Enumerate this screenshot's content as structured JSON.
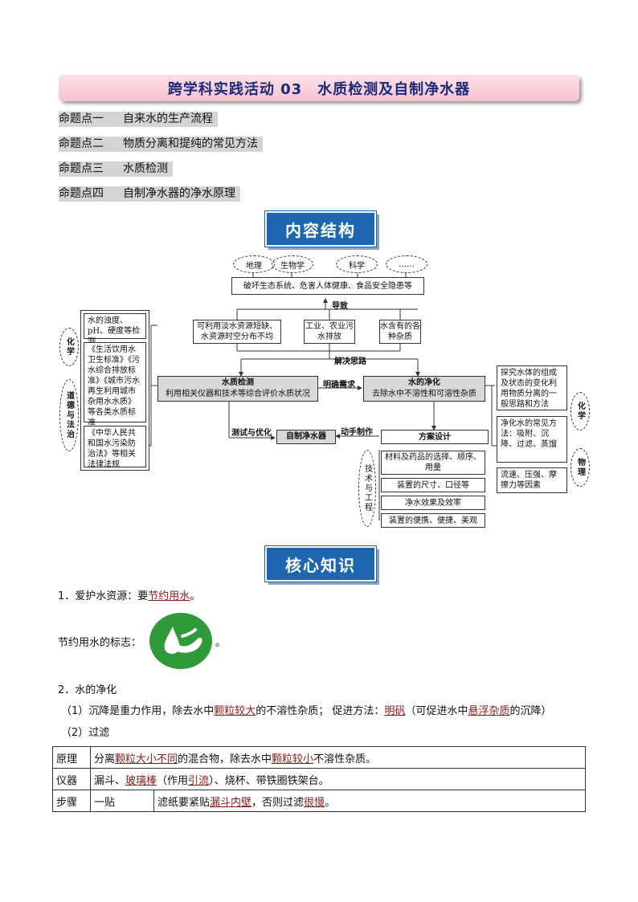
{
  "title": "跨学科实践活动 03　水质检测及自制净水器",
  "topics": [
    {
      "key": "命题点一",
      "text": "自来水的生产流程"
    },
    {
      "key": "命题点二",
      "text": "物质分离和提纯的常见方法"
    },
    {
      "key": "命题点三",
      "text": "水质检测"
    },
    {
      "key": "命题点四",
      "text": "自制净水器的净水原理"
    }
  ],
  "section1": "内容结构",
  "section2": "核心知识",
  "diagram": {
    "ovals": [
      "地理",
      "生物学",
      "科学",
      "……"
    ],
    "top_box": "破坏生态系统、危害人体健康、食品安全隐患等",
    "cause_label": "导致",
    "causes": [
      "可利用淡水资源短缺、水资源时空分布不均",
      "工业、农业污水排放",
      "水含有的各种杂质"
    ],
    "solve_label": "解决思路",
    "detect_title": "水质检测",
    "detect_sub": "利用相关仪器和技术等综合评价水质状况",
    "need_label": "明确需求",
    "purify_title": "水的净化",
    "purify_sub": "去除水中不溶性和可溶性杂质",
    "test_label": "测试与优化",
    "filter_box": "自制净水器",
    "make_label": "动手制作",
    "plan_box": "方案设计",
    "plan_items": [
      "材料及药品的选择、顺序、用量",
      "装置的尺寸、口径等",
      "净水效果及效率",
      "装置的便携、便捷、美观"
    ],
    "left_chem": "化学",
    "left_moral": "道德与法治",
    "left_box1": "水的浊度、pH、硬度等检测",
    "left_box2": "《生活饮用水卫生标准》《污水综合排放标准》《城市污水再生利用城市杂用水水质》等各类水质标准",
    "left_box3": "《中华人民共和国水污染防治法》等相关法律法规",
    "right_box1": "探究水体的组成及状态的变化利用物质分离的一般思路和方法",
    "right_chem": "化学",
    "right_box2": "净化水的常见方法：吸附、沉降、过滤、蒸馏",
    "right_phys": "物理",
    "right_box3": "流速、压强、摩擦力等因素",
    "tech": "技术与工程"
  },
  "k1_prefix": "1．爱护水资源：要",
  "k1_u": "节约用水",
  "k1_end": "。",
  "logo_prefix": "节约用水的标志：",
  "logo_end": "。",
  "k2": "2．水的净化",
  "k2_1": {
    "a": "（1）沉降是重力作用，除去水中",
    "u1": "颗粒较大",
    "b": "的不溶性杂质；  促进方法：",
    "u2": "明矾",
    "c": "（可促进水中",
    "u3": "悬浮杂质",
    "d": "的沉降）"
  },
  "k2_2": "（2）过滤",
  "table": {
    "r1_h": "原理",
    "r1_a": "分离",
    "r1_u1": "颗粒大小不同",
    "r1_b": "的混合物，除去水中",
    "r1_u2": "颗粒较小",
    "r1_c": "不溶性杂质。",
    "r2_h": "仪器",
    "r2_a": "漏斗、",
    "r2_u1": "玻璃棒",
    "r2_b": "（作用",
    "r2_u2": "引流",
    "r2_c": "）、烧杯、带铁圈铁架台。",
    "r3_h": "步骤",
    "r3_step": "一贴",
    "r3_a": "滤纸要紧贴",
    "r3_u1": "漏斗内壁",
    "r3_b": "，否则过滤",
    "r3_u2": "很慢",
    "r3_c": "。"
  },
  "colors": {
    "section_blue": "#1e66b0",
    "logo_green": "#2e9a3a",
    "title_pink": "#f8c3cf"
  }
}
